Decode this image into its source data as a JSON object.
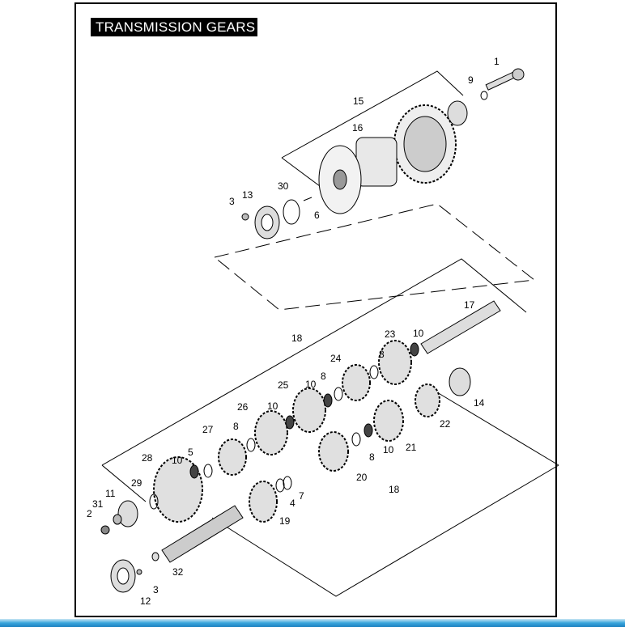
{
  "title": "TRANSMISSION GEARS",
  "callouts": [
    "1",
    "9",
    "15",
    "16",
    "13",
    "30",
    "3",
    "6",
    "17",
    "18",
    "23",
    "10",
    "8",
    "24",
    "25",
    "10",
    "8",
    "26",
    "10",
    "8",
    "27",
    "28",
    "10",
    "5",
    "29",
    "11",
    "31",
    "2",
    "32",
    "3",
    "12",
    "19",
    "4",
    "7",
    "20",
    "18",
    "8",
    "10",
    "21",
    "22",
    "14"
  ]
}
